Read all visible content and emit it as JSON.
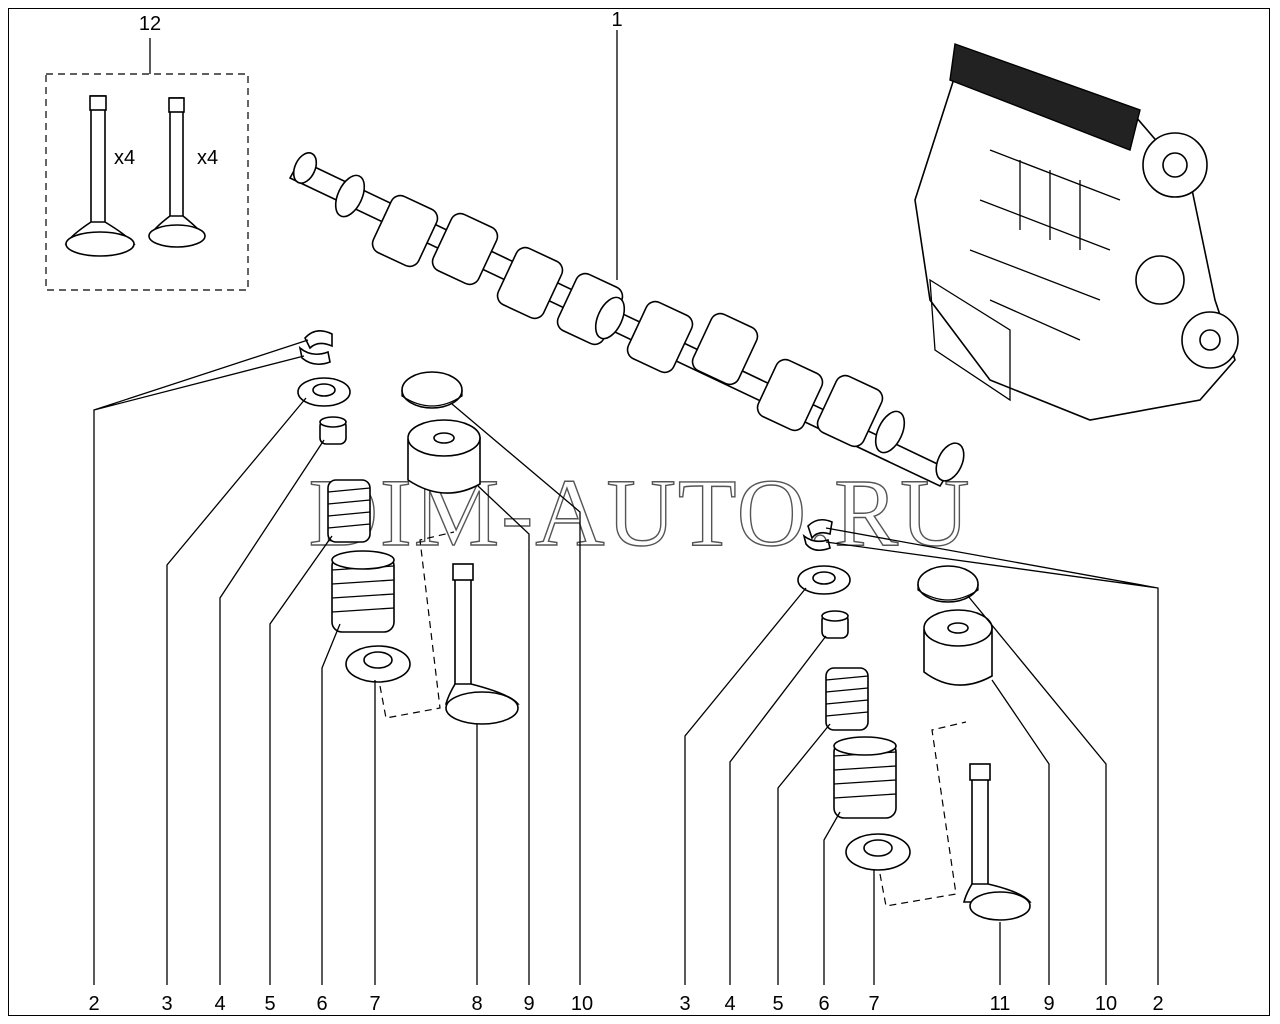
{
  "watermark": "DIM-AUTO.RU",
  "multipliers": [
    "x4",
    "x4"
  ],
  "top_callouts": [
    "12",
    "1"
  ],
  "bottom_callouts_left": [
    "2",
    "3",
    "4",
    "5",
    "6",
    "7",
    "8",
    "9",
    "10"
  ],
  "bottom_callouts_right": [
    "3",
    "4",
    "5",
    "6",
    "7",
    "11",
    "9",
    "10",
    "2"
  ]
}
